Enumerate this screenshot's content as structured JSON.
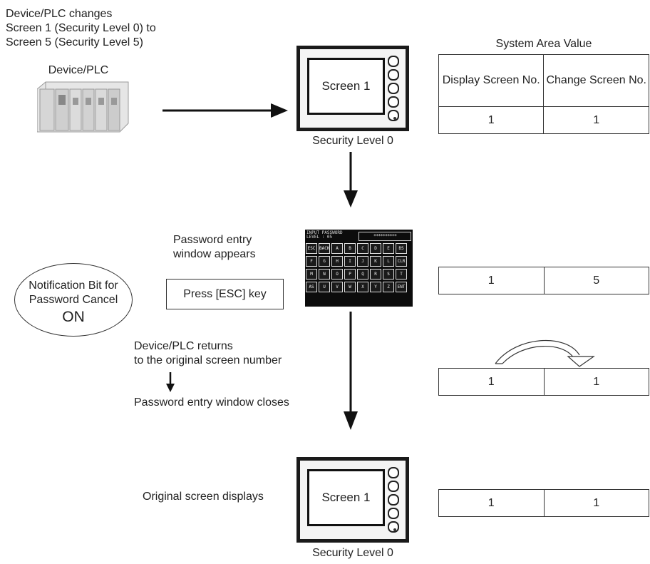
{
  "intro": {
    "line1": "Device/PLC changes",
    "line2": "Screen 1 (Security Level 0) to",
    "line3": "Screen 5 (Security Level 5)"
  },
  "device_label": "Device/PLC",
  "panels": [
    {
      "screen_label": "Screen 1",
      "security_label": "Security Level 0"
    },
    {
      "screen_label": "Screen 1",
      "security_label": "Security Level 0"
    }
  ],
  "table": {
    "title": "System Area Value",
    "col1": "Display Screen No.",
    "col2": "Change Screen No.",
    "rows": [
      {
        "display": "1",
        "change": "1"
      },
      {
        "display": "1",
        "change": "5"
      },
      {
        "display": "1",
        "change": "1"
      },
      {
        "display": "1",
        "change": "1"
      }
    ]
  },
  "password_window": {
    "appears_line1": "Password entry",
    "appears_line2": "window appears",
    "title_line1": "INPUT PASSWORD",
    "title_line2": "LEVEL : 05",
    "stars": "**********",
    "keys": [
      "ESC",
      "BACK",
      "A",
      "B",
      "C",
      "D",
      "E",
      "BS",
      "F",
      "G",
      "H",
      "I",
      "J",
      "K",
      "L",
      "CLR",
      "M",
      "N",
      "O",
      "P",
      "Q",
      "R",
      "S",
      "T",
      "AS",
      "U",
      "V",
      "W",
      "X",
      "Y",
      "Z",
      "ENT"
    ]
  },
  "esc_key_label": "Press [ESC] key",
  "notification": {
    "line1": "Notification Bit for",
    "line2": "Password Cancel",
    "line3": "ON"
  },
  "returns": {
    "line1": "Device/PLC returns",
    "line2": "to the original screen number",
    "closes": "Password entry window closes"
  },
  "original_label": "Original screen displays"
}
